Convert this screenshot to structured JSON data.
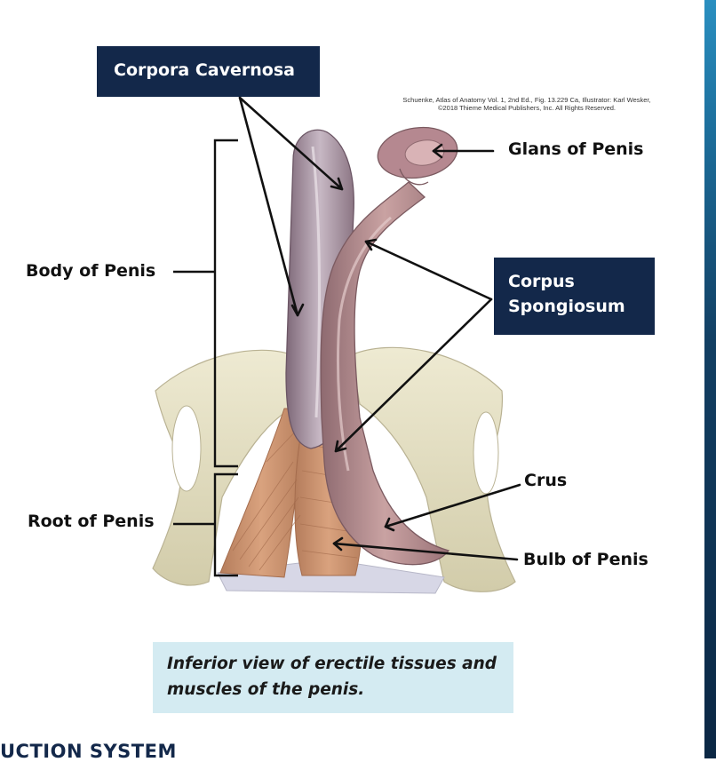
{
  "labels": {
    "corpora_cavernosa": "Corpora Cavernosa",
    "glans_of_penis": "Glans of Penis",
    "body_of_penis": "Body of Penis",
    "corpus_spongiosum_line1": "Corpus",
    "corpus_spongiosum_line2": "Spongiosum",
    "crus": "Crus",
    "root_of_penis": "Root of Penis",
    "bulb_of_penis": "Bulb of Penis"
  },
  "credit": {
    "line1": "Schuenke, Atlas of Anatomy Vol. 1, 2nd Ed., Fig. 13.229 Ca, Illustrator: Karl Wesker,",
    "line2": "©2018 Thieme Medical Publishers, Inc. All Rights Reserved."
  },
  "caption": {
    "line1": "Inferior view of erectile tissues and",
    "line2": "muscles of the penis."
  },
  "section_heading": "UCTION SYSTEM",
  "colors": {
    "label_box": "#13284a",
    "caption_box": "#d4ebf2",
    "bone": "#e6e2c8",
    "muscle": "#c98f6c",
    "erectile_tissue": "#9c8390",
    "spongiosum": "#b58f90"
  }
}
